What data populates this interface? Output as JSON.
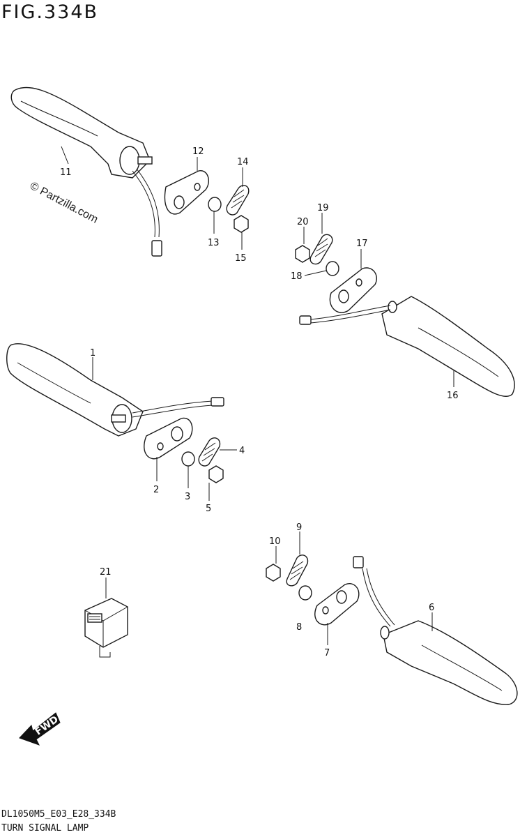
{
  "figure": {
    "title": "FIG.334B",
    "watermark": "© Partzilla.com",
    "footer_code": "DL1050M5_E03_E28_334B",
    "footer_title": "TURN SIGNAL LAMP",
    "fwd_label": "FWD"
  },
  "callouts": [
    "1",
    "2",
    "3",
    "4",
    "5",
    "6",
    "7",
    "8",
    "9",
    "10",
    "11",
    "12",
    "13",
    "14",
    "15",
    "16",
    "17",
    "18",
    "19",
    "20",
    "21"
  ]
}
